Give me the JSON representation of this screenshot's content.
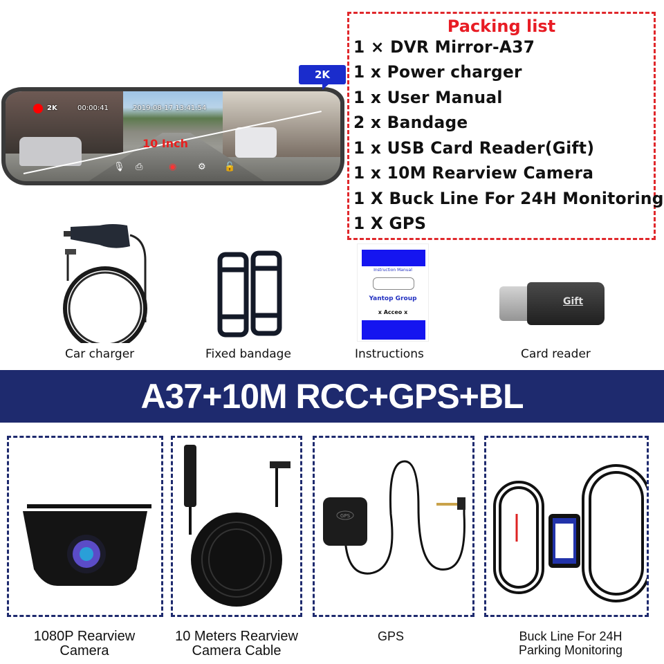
{
  "packing_list": {
    "title": "Packing list",
    "items": [
      "1 × DVR Mirror-A37",
      "1 x Power charger",
      "1 x User Manual",
      "2 x Bandage",
      "1 x USB Card Reader(Gift)",
      "1 x 10M Rearview Camera",
      "1 X Buck Line For 24H Monitoring",
      "1 X GPS"
    ],
    "border_color": "#e0282c",
    "title_color": "#e81c24"
  },
  "mirror": {
    "badge": "2K",
    "hud": {
      "resolution": "2K",
      "elapsed": "00:00:41",
      "datetime": "2019-08-17  13:41:54"
    },
    "size_label": "10 Inch",
    "controls": [
      "mic-icon",
      "camera-icon",
      "record-icon",
      "settings-icon",
      "lock-icon"
    ]
  },
  "accessories": [
    {
      "label": "Car charger"
    },
    {
      "label": "Fixed bandage"
    },
    {
      "label": "Instructions",
      "manual": {
        "title": "Instruction Manual",
        "brand": "Yantop Group",
        "logos": "x Acceo x"
      }
    },
    {
      "label": "Card reader",
      "tag": "Gift"
    }
  ],
  "banner": {
    "text": "A37+10M RCC+GPS+BL",
    "color": "#1e2a6e"
  },
  "components": [
    {
      "label_line1": "1080P Rearview",
      "label_line2": "Camera"
    },
    {
      "label_line1": "10 Meters Rearview",
      "label_line2": "Camera Cable"
    },
    {
      "label_line1": "GPS",
      "label_line2": "",
      "tag": "GPS"
    },
    {
      "label_line1": "Buck Line For 24H",
      "label_line2": "Parking Monitoring"
    }
  ]
}
